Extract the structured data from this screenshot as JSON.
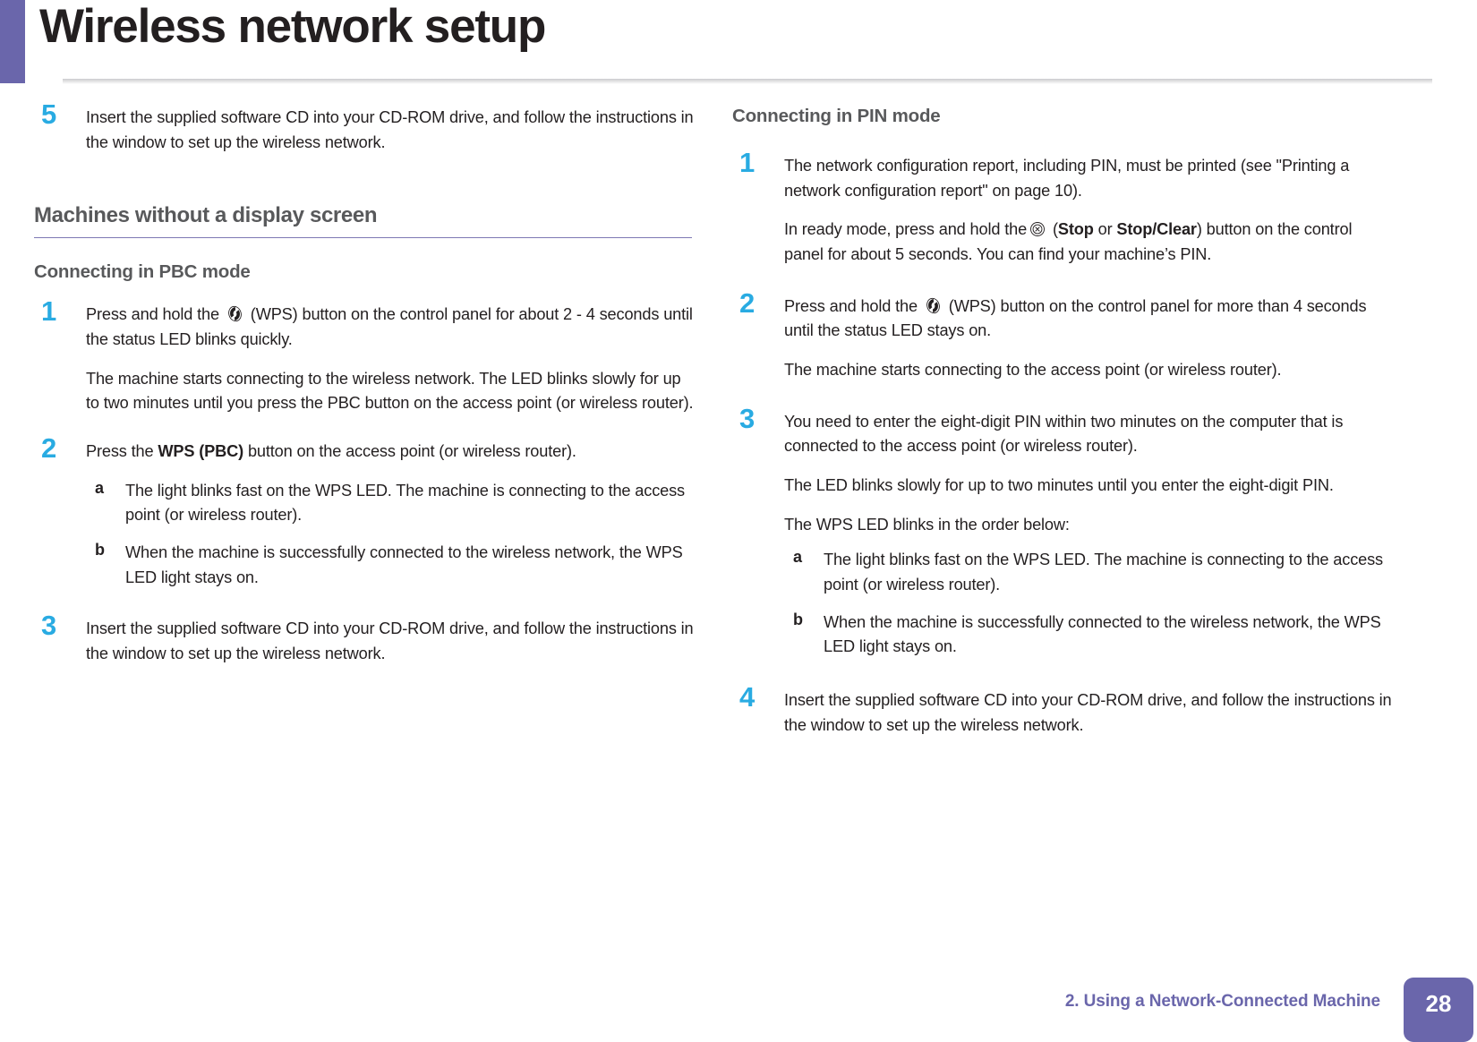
{
  "header": {
    "title": "Wireless network setup",
    "accent_color": "#6a66ab"
  },
  "colors": {
    "step_number": "#29abe2",
    "heading": "#58595b",
    "accent_purple": "#6a66ab",
    "body_text": "#231f20"
  },
  "left_column": {
    "step5": {
      "number": "5",
      "text": "Insert the supplied software CD into your CD-ROM drive, and follow the instructions in the window to set up the wireless network."
    },
    "section_heading": "Machines without a display screen",
    "subsection_heading": "Connecting in PBC mode",
    "step1": {
      "number": "1",
      "text_before_icon": "Press and hold the",
      "icon": "wps-icon",
      "text_after_icon": "(WPS) button on the control panel for about 2 - 4 seconds until the status LED blinks quickly.",
      "para2": "The machine starts connecting to the wireless network. The LED blinks slowly for up to two minutes until you press the PBC button on the access point (or wireless router)."
    },
    "step2": {
      "number": "2",
      "text_a": "Press the ",
      "text_bold": "WPS (PBC)",
      "text_b": " button on the access point (or wireless router).",
      "substeps": [
        {
          "letter": "a",
          "text": "The light blinks fast on the WPS LED. The machine is connecting to the access point (or wireless router)."
        },
        {
          "letter": "b",
          "text": "When the machine is successfully connected to the wireless network, the WPS LED light stays on."
        }
      ]
    },
    "step3": {
      "number": "3",
      "text": "Insert the supplied software CD into your CD-ROM drive, and follow the instructions in the window to set up the wireless network."
    }
  },
  "right_column": {
    "subsection_heading": "Connecting in PIN mode",
    "step1": {
      "number": "1",
      "para1": "The network configuration report, including PIN, must be printed (see \"Printing a network configuration report\" on page 10).",
      "para2_a": "In ready mode, press and hold the",
      "icon": "stop-icon",
      "para2_b": " (",
      "para2_bold1": "Stop",
      "para2_c": " or ",
      "para2_bold2": "Stop/Clear",
      "para2_d": ") button on the control panel for about 5 seconds. You can find your machine’s PIN."
    },
    "step2": {
      "number": "2",
      "text_before_icon": "Press and hold the",
      "icon": "wps-icon",
      "text_after_icon": "(WPS) button on the control panel for more than 4 seconds until the status LED stays on.",
      "para2": "The machine starts connecting to the access point (or wireless router)."
    },
    "step3": {
      "number": "3",
      "para1": "You need to enter the eight-digit PIN within two minutes on the computer that is connected to the access point (or wireless router).",
      "para2": "The LED blinks slowly for up to two minutes until you enter the eight-digit PIN.",
      "para3": "The WPS LED blinks in the order below:",
      "substeps": [
        {
          "letter": "a",
          "text": "The light blinks fast on the WPS LED. The machine is connecting to the access point (or wireless router)."
        },
        {
          "letter": "b",
          "text": "When the machine is successfully connected to the wireless network, the WPS LED light stays on."
        }
      ]
    },
    "step4": {
      "number": "4",
      "text": "Insert the supplied software CD into your CD-ROM drive, and follow the instructions in the window to set up the wireless network."
    }
  },
  "footer": {
    "chapter_text": "2.  Using a Network-Connected Machine",
    "page_number": "28"
  }
}
